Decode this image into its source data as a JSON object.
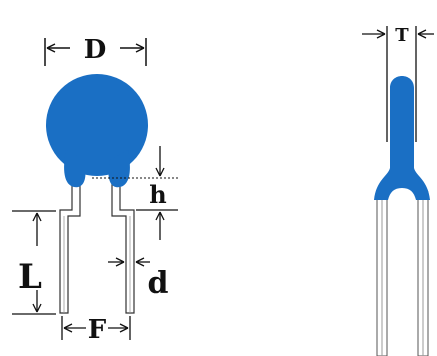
{
  "labels": {
    "diameter": "D",
    "height": "h",
    "lead_length": "L",
    "lead_diameter": "d",
    "lead_spacing": "F",
    "thickness": "T"
  },
  "colors": {
    "body": "#1a6fc4",
    "lead": "#ffffff",
    "lead_outline": "#333333",
    "dimension_line": "#111111"
  }
}
